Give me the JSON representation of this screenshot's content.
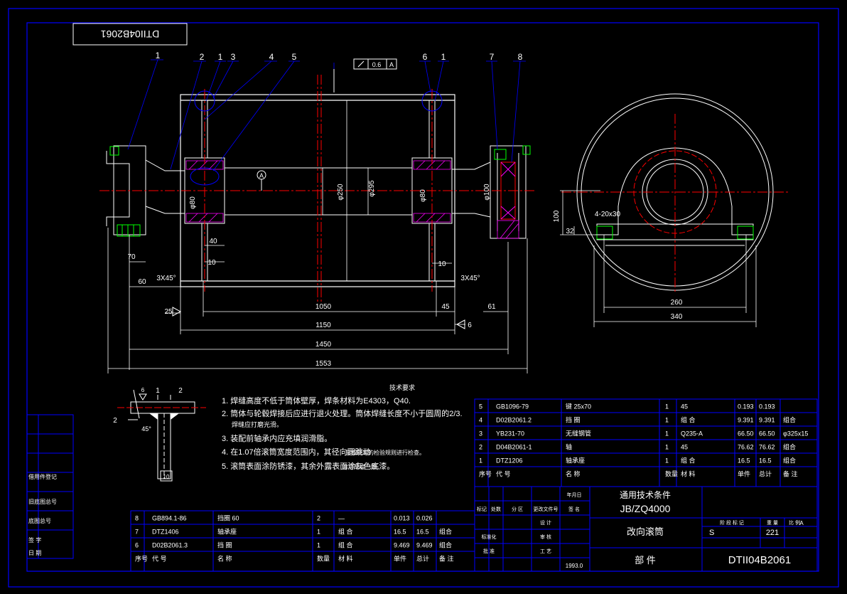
{
  "drawing": {
    "title_stamp": "DTII04B2061",
    "view_marker": "A",
    "tolerance": {
      "value": "0.6",
      "datum": "A"
    },
    "balloons": [
      "1",
      "2",
      "1",
      "3",
      "4",
      "5",
      "6",
      "1",
      "7",
      "8"
    ]
  },
  "dimensions": {
    "d70": "70",
    "d60": "60",
    "d40": "40",
    "d10_left": "10",
    "d10_right": "10",
    "d3x45_left": "3X45°",
    "d3x45_right": "3X45°",
    "d1050": "1050",
    "d45": "45",
    "d61": "61",
    "d1150": "1150",
    "d1450": "1450",
    "d1553": "1553",
    "d100": "100",
    "d32": "32",
    "d4_20x30": "4-20x30",
    "d260": "260",
    "d340": "340",
    "dia_left": "φ80",
    "dia_right": "φ80",
    "dia_mid1": "φ250",
    "dia_mid2": "φ295",
    "roughness_25": "25",
    "roughness_6": "6",
    "dia_shaft": "φ100"
  },
  "notes": {
    "header": "技术要求",
    "items": [
      "1. 焊缝高度不低于筒体壁厚，焊条材料为E4303，Q40.",
      "2. 筒体与轮毂焊接后应进行退火处理。筒体焊缝长度不小于圆周的2/3.",
      "3. 装配前轴承内应充填润滑脂。",
      "4. 在1.07倍滚筒宽度范围内，其径向圆跳动",
      "5. 滚筒表面涂防锈漆，其余外露表面涂灰色底漆。"
    ],
    "item2_cont": "焊缝应打磨光滑。",
    "item4_cont": "应按规定的检验规则进行检查。",
    "item5_cont": "涂层厚度一致。"
  },
  "weld_detail": {
    "label_1": "1",
    "label_2": "2",
    "label_2b": "2",
    "angle": "45°",
    "size_10": "10",
    "size_6": "6"
  },
  "bom_right": {
    "rows": [
      [
        "5",
        "GB1096-79",
        "键 25x70",
        "1",
        "45",
        "0.193",
        "0.193",
        ""
      ],
      [
        "4",
        "D02B2061.2",
        "挡 圈",
        "1",
        "组 合",
        "9.391",
        "9.391",
        "组合"
      ],
      [
        "3",
        "YB231-70",
        "无缝钢管",
        "1",
        "Q235-A",
        "66.50",
        "66.50",
        "φ325x15"
      ],
      [
        "2",
        "D04B2061-1",
        "轴",
        "1",
        "45",
        "76.62",
        "76.62",
        "组合"
      ],
      [
        "1",
        "DTZ1206",
        "轴承座",
        "1",
        "组 合",
        "16.5",
        "16.5",
        "组合"
      ]
    ],
    "header": [
      "序号",
      "代 号",
      "名 称",
      "数量",
      "材 料",
      "单件",
      "总计",
      "备 注"
    ]
  },
  "bom_left": {
    "rows": [
      [
        "8",
        "GB894.1-86",
        "挡圈 60",
        "2",
        "—",
        "0.013",
        "0.026",
        ""
      ],
      [
        "7",
        "DTZ1406",
        "轴承座",
        "1",
        "组 合",
        "16.5",
        "16.5",
        "组合"
      ],
      [
        "6",
        "D02B2061.3",
        "挡 圈",
        "1",
        "组 合",
        "9.469",
        "9.469",
        "组合"
      ]
    ],
    "header": [
      "序号",
      "代 号",
      "名 称",
      "数量",
      "材 料",
      "单件",
      "总计",
      "备 注"
    ]
  },
  "left_strip": [
    "借用件登记",
    "",
    "旧底图总号",
    "",
    "底图总号",
    "签 字",
    "日 期"
  ],
  "title_block": {
    "standard_line1": "通用技术条件",
    "standard_line2": "JB/ZQ4000",
    "name": "改向滚筒",
    "type": "部 件",
    "code": "DTII04B2061",
    "scale_label": "S",
    "weight": "221",
    "sheet": "A",
    "date": "1993.0",
    "row_labels": [
      "标记",
      "处数",
      "分 区",
      "更改文件号",
      "签 名",
      "年月日"
    ],
    "signers": [
      "设 计",
      "审 核",
      "工 艺",
      "标准化",
      "批 准"
    ],
    "hdr_cells": [
      "阶 段 标 记",
      "重 量",
      "比 例"
    ]
  },
  "colors": {
    "background": "#000000",
    "frame": "#0000ff",
    "outline": "#ffffff",
    "center_line": "#ff0000",
    "dimension": "#ffffff",
    "balloon": "#0000ff",
    "hatch": "#ff00ff",
    "bearing": "#00ff00",
    "note_text": "#ffffff"
  }
}
